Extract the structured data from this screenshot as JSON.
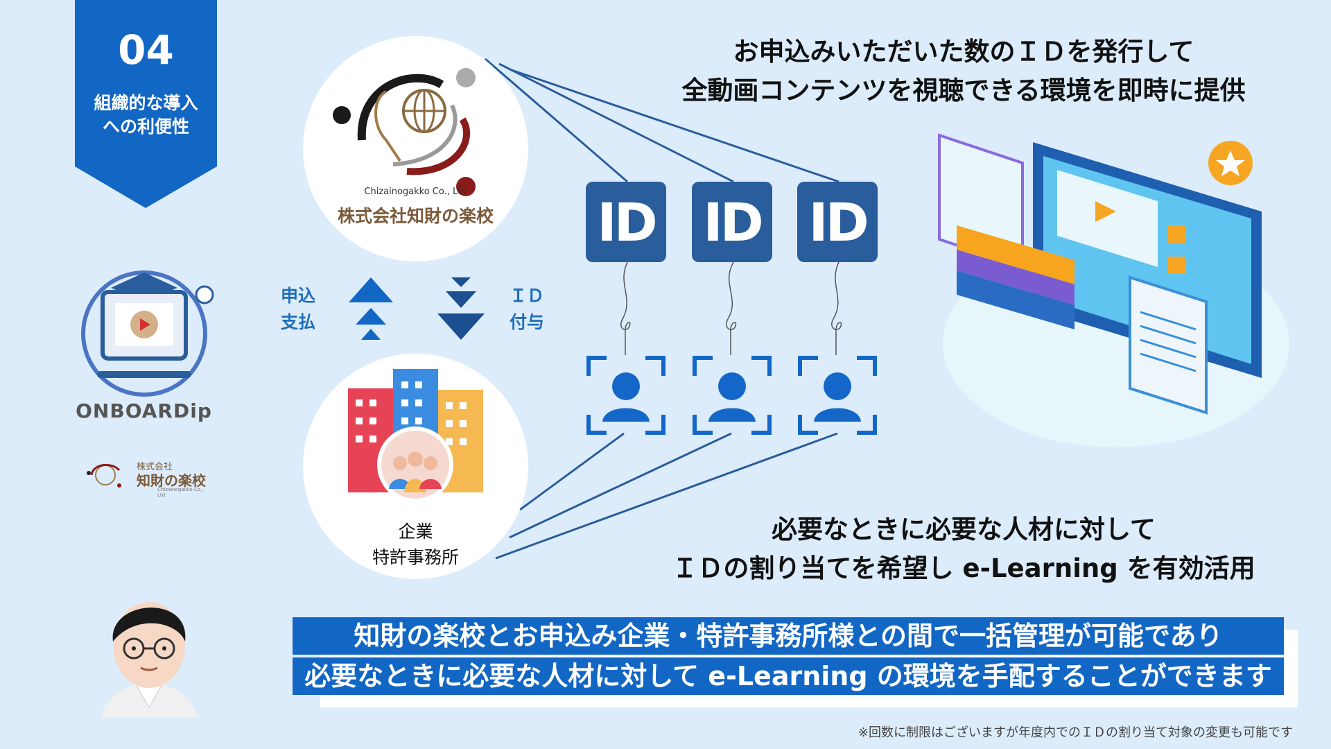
{
  "badge": {
    "number": "04",
    "label_line1": "組織的な導入",
    "label_line2": "への利便性"
  },
  "logo_main": {
    "en_name": "Chizainogakko Co., Ltd",
    "jp_name": "株式会社知財の楽校"
  },
  "logo_small": {
    "company_type": "株式会社",
    "name": "知財の楽校",
    "en_name": "Chizainogakko Co., Ltd"
  },
  "brand": {
    "name": "ONBOARDip"
  },
  "flow": {
    "left_line1": "申込",
    "left_line2": "支払",
    "right_line1": "ＩＤ",
    "right_line2": "付与"
  },
  "company_circle": {
    "line1": "企業",
    "line2": "特許事務所"
  },
  "id_boxes": [
    "ID",
    "ID",
    "ID"
  ],
  "heading_top": {
    "line1": "お申込みいただいた数のＩＤを発行して",
    "line2": "全動画コンテンツを視聴できる環境を即時に提供"
  },
  "heading_mid": {
    "line1": "必要なときに必要な人材に対して",
    "line2": "ＩＤの割り当てを希望し e-Learning を有効活用"
  },
  "banner": {
    "line1": "知財の楽校とお申込み企業・特許事務所様との間で一括管理が可能であり",
    "line2": "必要なときに必要な人材に対して e-Learning の環境を手配することができます"
  },
  "footnote": "※回数に制限はございますが年度内でのＩＤの割り当て対象の変更も可能です",
  "colors": {
    "background": "#dcecfb",
    "primary_blue": "#1266c4",
    "id_box": "#2a5d9c",
    "user_icon": "#1467c8"
  }
}
